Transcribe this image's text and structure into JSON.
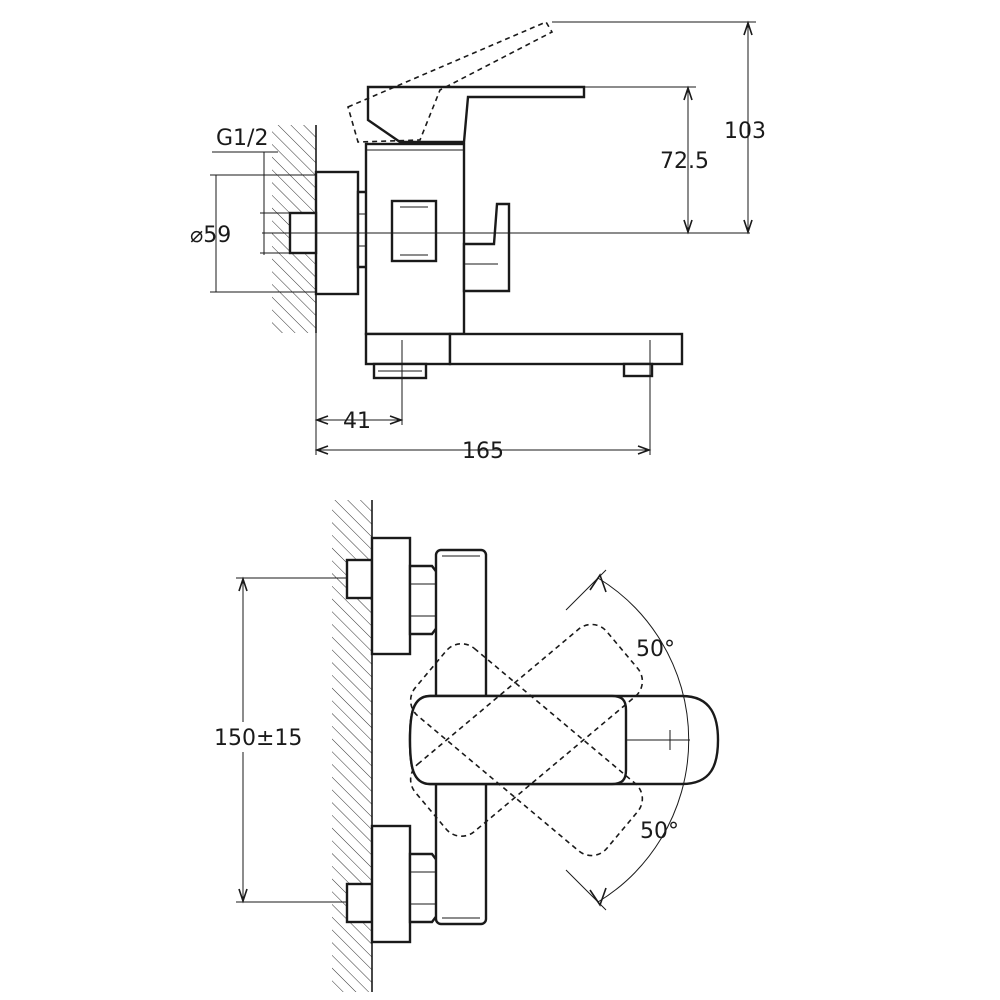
{
  "drawing": {
    "side_view": {
      "dimensions": {
        "thread": "G1/2",
        "diameter": "⌀59",
        "total_height": "103",
        "handle_height": "72.5",
        "inlet_offset": "41",
        "spout_reach": "165"
      }
    },
    "top_view": {
      "dimensions": {
        "inlet_spacing": "150±15",
        "rotation_upper": "50°",
        "rotation_lower": "50°"
      }
    }
  }
}
